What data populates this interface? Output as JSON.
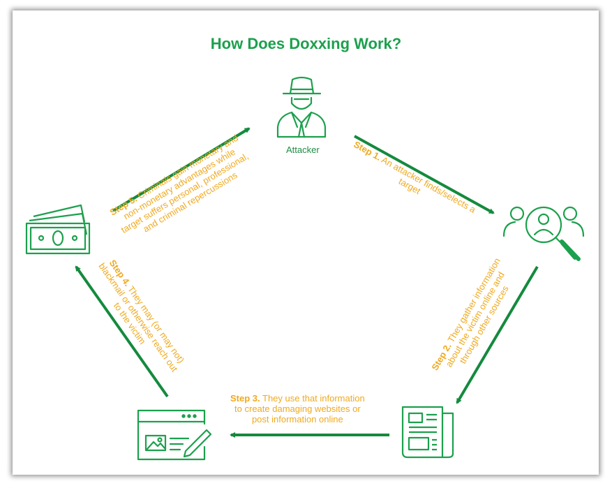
{
  "title": "How Does Doxxing Work?",
  "colors": {
    "green": "#1ca04d",
    "arrow": "#148a3e",
    "orange": "#f0a91e"
  },
  "nodes": {
    "attacker": {
      "icon": "spy-icon",
      "label": "Attacker"
    },
    "target": {
      "icon": "people-magnifier-icon"
    },
    "information": {
      "icon": "newspaper-icon"
    },
    "website": {
      "icon": "webpage-edit-icon"
    },
    "money": {
      "icon": "money-icon"
    }
  },
  "steps": [
    {
      "num": "Step 1.",
      "lines": [
        "An attacker finds/selects  a",
        "target"
      ]
    },
    {
      "num": "Step 2.",
      "lines": [
        "They gather information",
        "about the victim online and",
        "through other sources"
      ]
    },
    {
      "num": "Step 3.",
      "lines": [
        "They use that information",
        "to create damaging websites or",
        "post information online"
      ]
    },
    {
      "num": "Step 4.",
      "lines": [
        "They may (or may not)",
        "blackmail  or otherwise  reach out",
        "to the victim"
      ]
    },
    {
      "num": "Step 5.",
      "lines": [
        "Criminals gain monetary and",
        "non-monetary advantages while",
        "target suffers personal, professional,",
        "and criminal repercussions"
      ]
    }
  ]
}
